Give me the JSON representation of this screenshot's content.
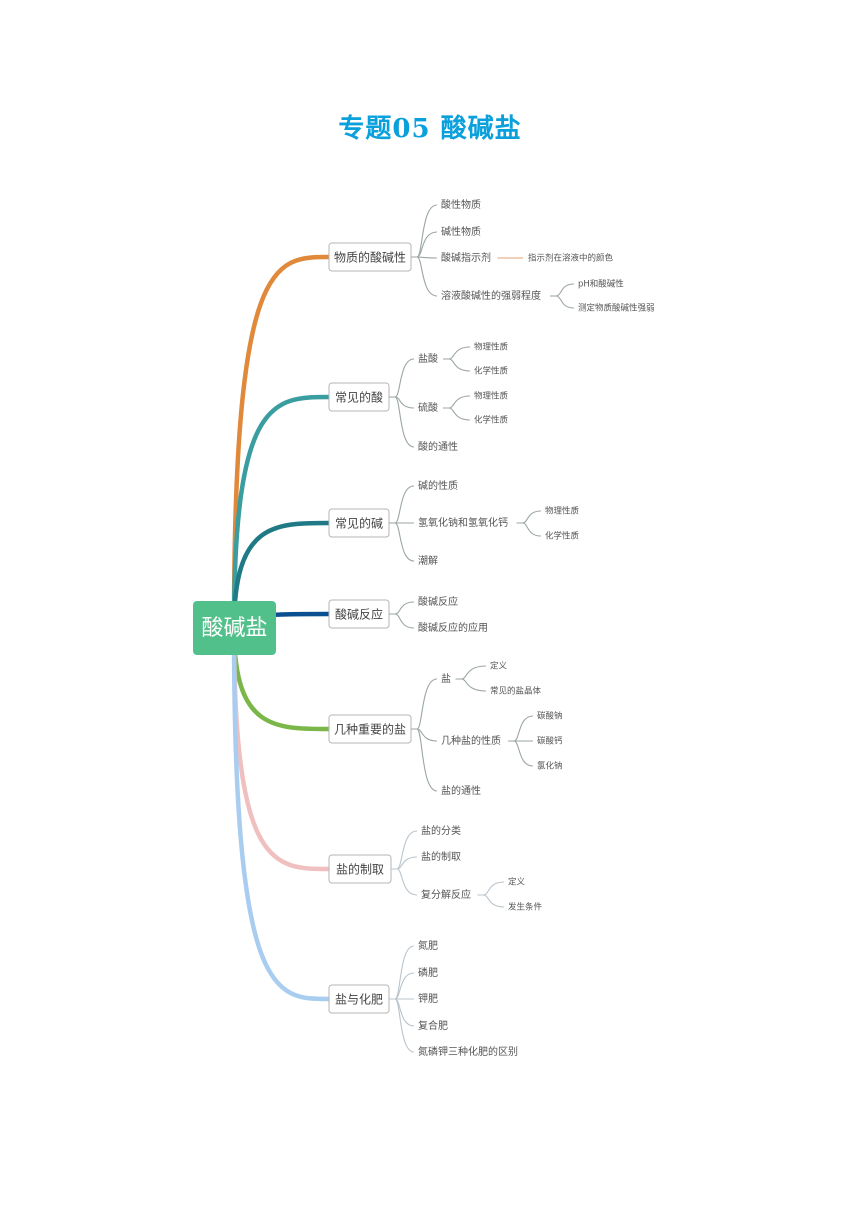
{
  "page_title": "专题05 酸碱盐",
  "central_topic": "酸碱盐",
  "colors": {
    "title": "#0aa0dc",
    "central_fill": "#52c08a",
    "branches": [
      "#e0893b",
      "#3a9ea0",
      "#1f7a86",
      "#0a4f8f",
      "#7ab648",
      "#f0c0c0",
      "#a9cdf0"
    ]
  },
  "branches": [
    {
      "label": "物质的酸碱性",
      "children": [
        {
          "label": "酸性物质"
        },
        {
          "label": "碱性物质"
        },
        {
          "label": "酸碱指示剂",
          "children": [
            {
              "label": "指示剂在溶液中的颜色"
            }
          ]
        },
        {
          "label": "溶液酸碱性的强弱程度",
          "children": [
            {
              "label": "pH和酸碱性"
            },
            {
              "label": "测定物质酸碱性强弱"
            }
          ]
        }
      ]
    },
    {
      "label": "常见的酸",
      "children": [
        {
          "label": "盐酸",
          "children": [
            {
              "label": "物理性质"
            },
            {
              "label": "化学性质"
            }
          ]
        },
        {
          "label": "硫酸",
          "children": [
            {
              "label": "物理性质"
            },
            {
              "label": "化学性质"
            }
          ]
        },
        {
          "label": "酸的通性"
        }
      ]
    },
    {
      "label": "常见的碱",
      "children": [
        {
          "label": "碱的性质"
        },
        {
          "label": "氢氧化钠和氢氧化钙",
          "children": [
            {
              "label": "物理性质"
            },
            {
              "label": "化学性质"
            }
          ]
        },
        {
          "label": "潮解"
        }
      ]
    },
    {
      "label": "酸碱反应",
      "children": [
        {
          "label": "酸碱反应"
        },
        {
          "label": "酸碱反应的应用"
        }
      ]
    },
    {
      "label": "几种重要的盐",
      "children": [
        {
          "label": "盐",
          "children": [
            {
              "label": "定义"
            },
            {
              "label": "常见的盐晶体"
            }
          ]
        },
        {
          "label": "几种盐的性质",
          "children": [
            {
              "label": "碳酸钠"
            },
            {
              "label": "碳酸钙"
            },
            {
              "label": "氯化钠"
            }
          ]
        },
        {
          "label": "盐的通性"
        }
      ]
    },
    {
      "label": "盐的制取",
      "children": [
        {
          "label": "盐的分类"
        },
        {
          "label": "盐的制取"
        },
        {
          "label": "复分解反应",
          "children": [
            {
              "label": "定义"
            },
            {
              "label": "发生条件"
            }
          ]
        }
      ]
    },
    {
      "label": "盐与化肥",
      "children": [
        {
          "label": "氮肥"
        },
        {
          "label": "磷肥"
        },
        {
          "label": "钾肥"
        },
        {
          "label": "复合肥"
        },
        {
          "label": "氮磷钾三种化肥的区别"
        }
      ]
    }
  ]
}
